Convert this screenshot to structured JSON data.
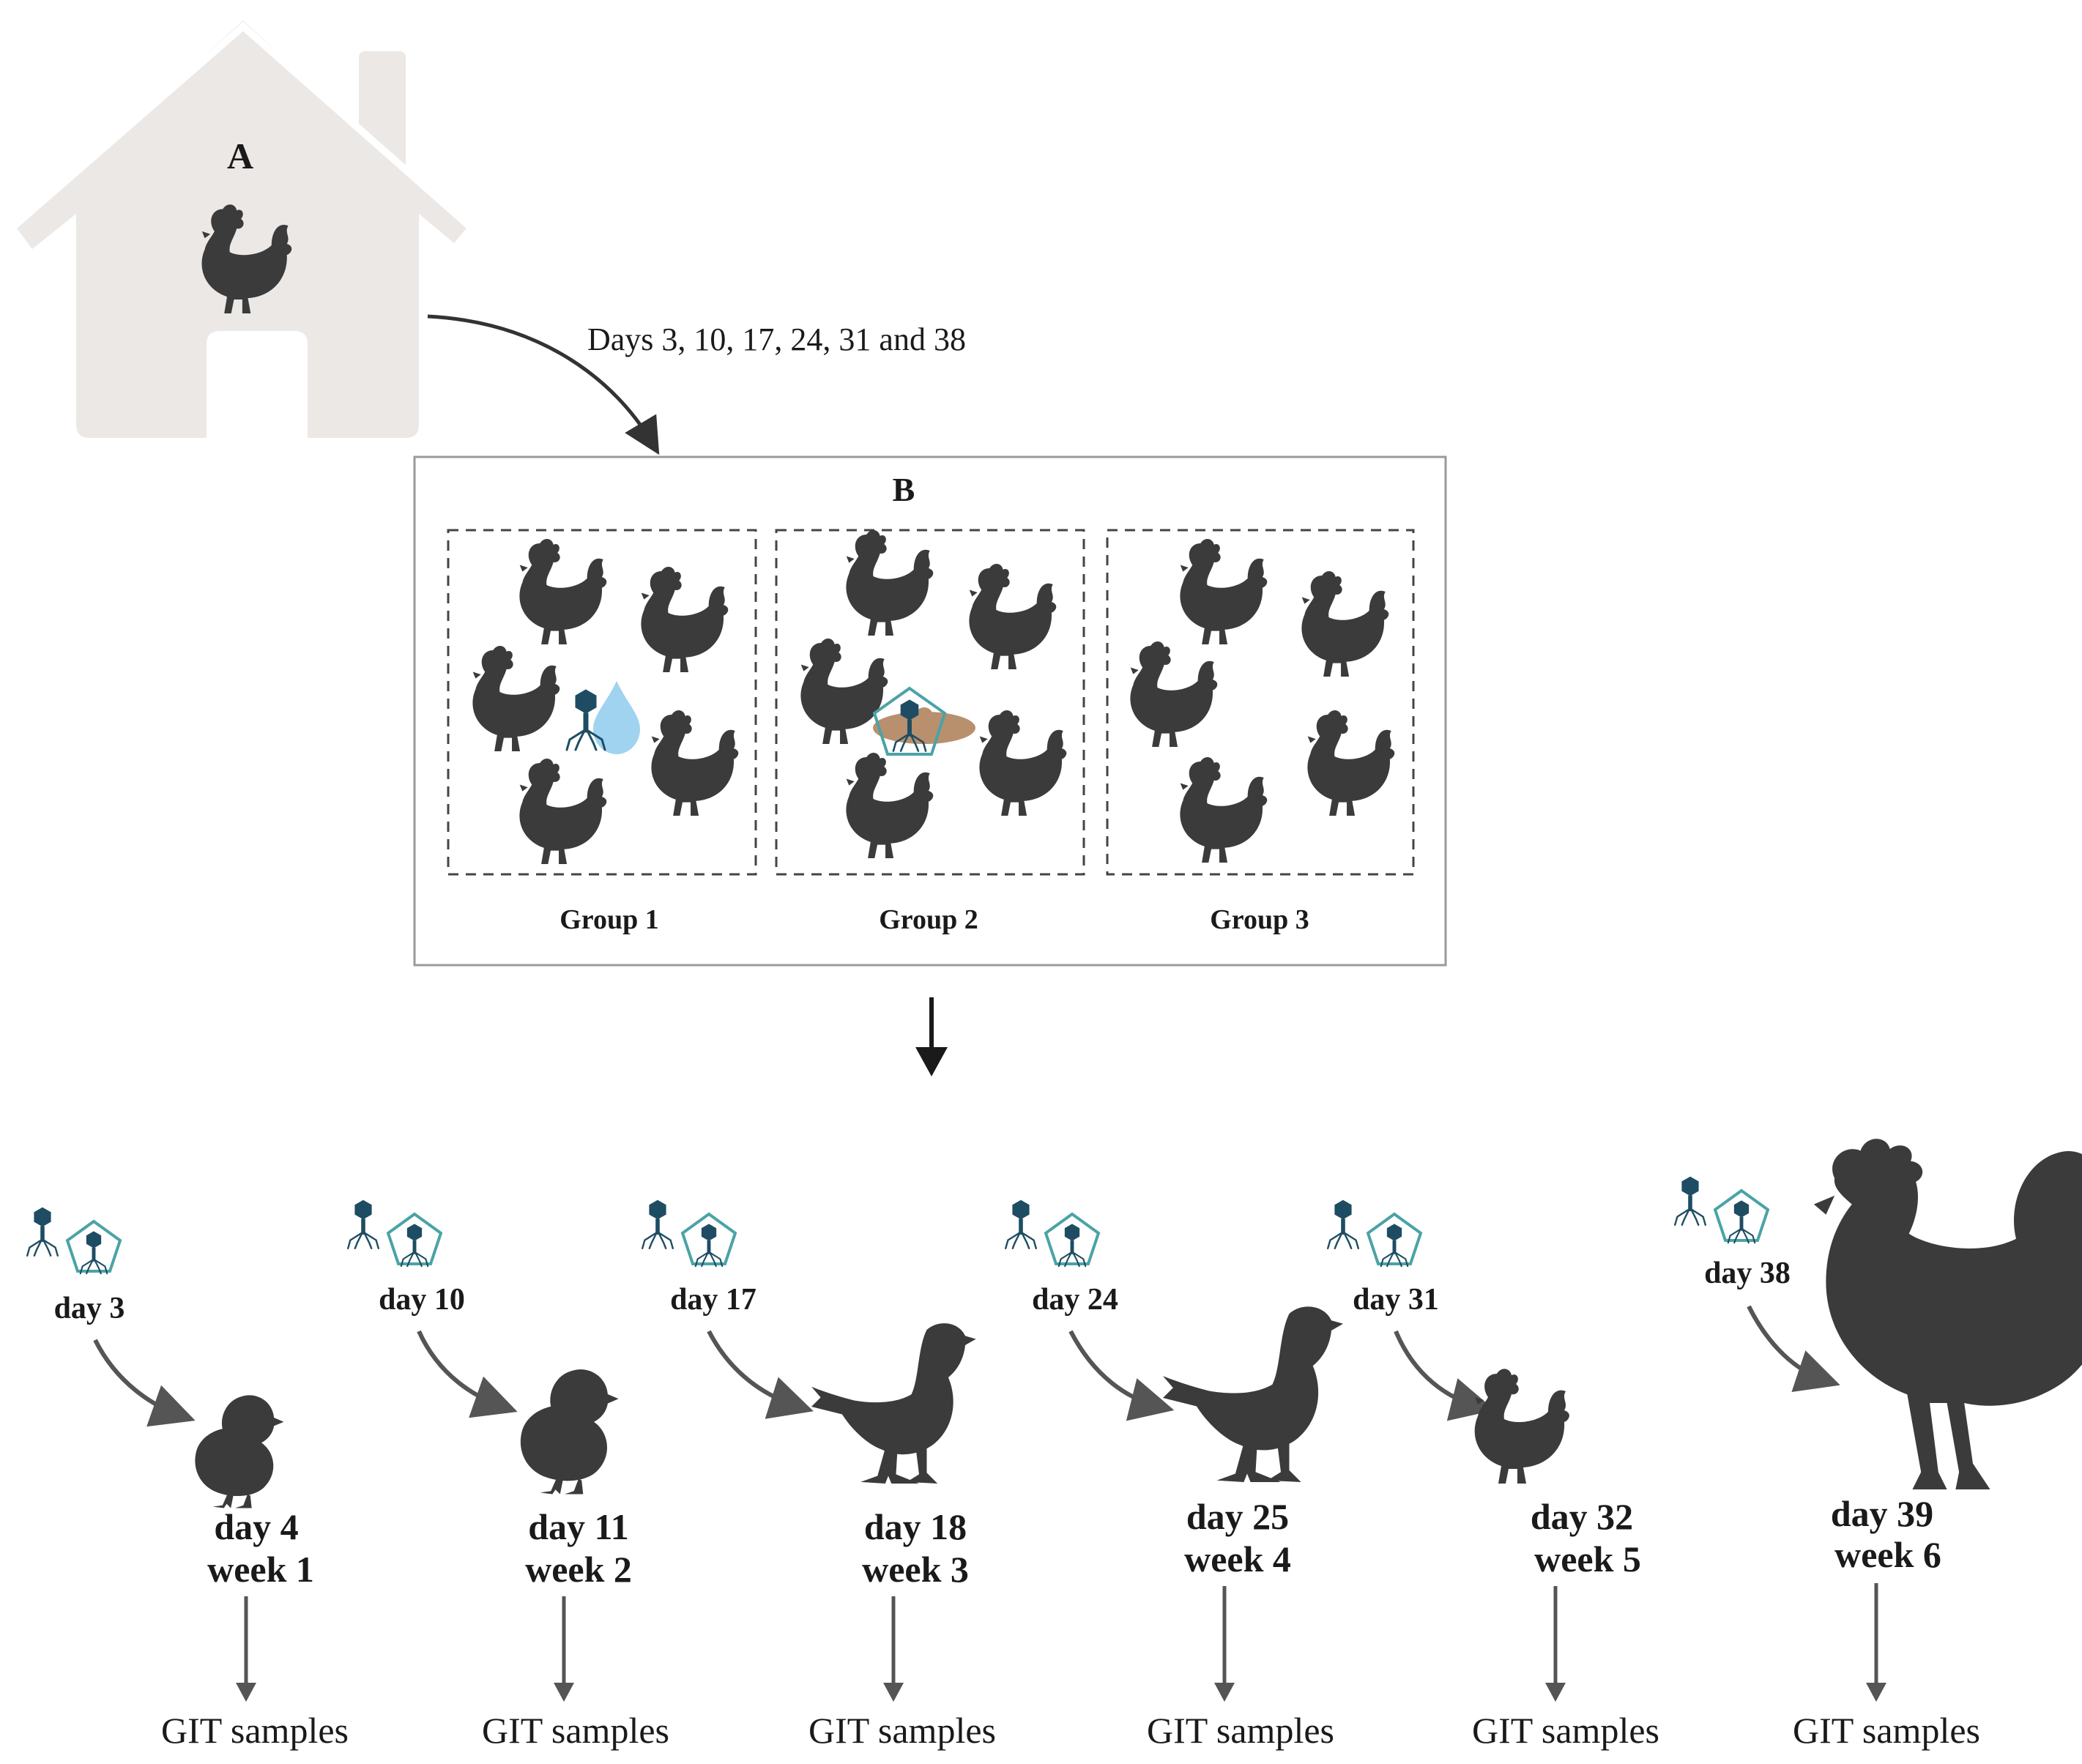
{
  "panel_a": {
    "label": "A",
    "schedule_text": "Days 3, 10, 17, 24, 31 and 38"
  },
  "panel_b": {
    "label": "B",
    "groups": [
      {
        "label": "Group 1",
        "treatment": "phage-in-water"
      },
      {
        "label": "Group 2",
        "treatment": "encapsulated-phage-in-feed"
      },
      {
        "label": "Group 3",
        "treatment": "none"
      }
    ]
  },
  "timeline": [
    {
      "dose_day": "day 3",
      "sample_day": "day 4",
      "week": "week 1",
      "sample": "GIT samples",
      "stage": "chick"
    },
    {
      "dose_day": "day 10",
      "sample_day": "day 11",
      "week": "week 2",
      "sample": "GIT samples",
      "stage": "chick"
    },
    {
      "dose_day": "day 17",
      "sample_day": "day 18",
      "week": "week 3",
      "sample": "GIT samples",
      "stage": "juvenile"
    },
    {
      "dose_day": "day 24",
      "sample_day": "day 25",
      "week": "week 4",
      "sample": "GIT samples",
      "stage": "juvenile"
    },
    {
      "dose_day": "day 31",
      "sample_day": "day 32",
      "week": "week 5",
      "sample": "GIT samples",
      "stage": "hen"
    },
    {
      "dose_day": "day 38",
      "sample_day": "day 39",
      "week": "week 6",
      "sample": "GIT samples",
      "stage": "rooster"
    }
  ],
  "colors": {
    "house": "#ebe8e6",
    "bird": "#3b3b3b",
    "phage": "#1e4d63",
    "capsule": "#4aa3a6",
    "water": "#9fd3f0",
    "feed": "#b8906e",
    "arrow": "#555555",
    "box_border": "#9a9a9a"
  }
}
